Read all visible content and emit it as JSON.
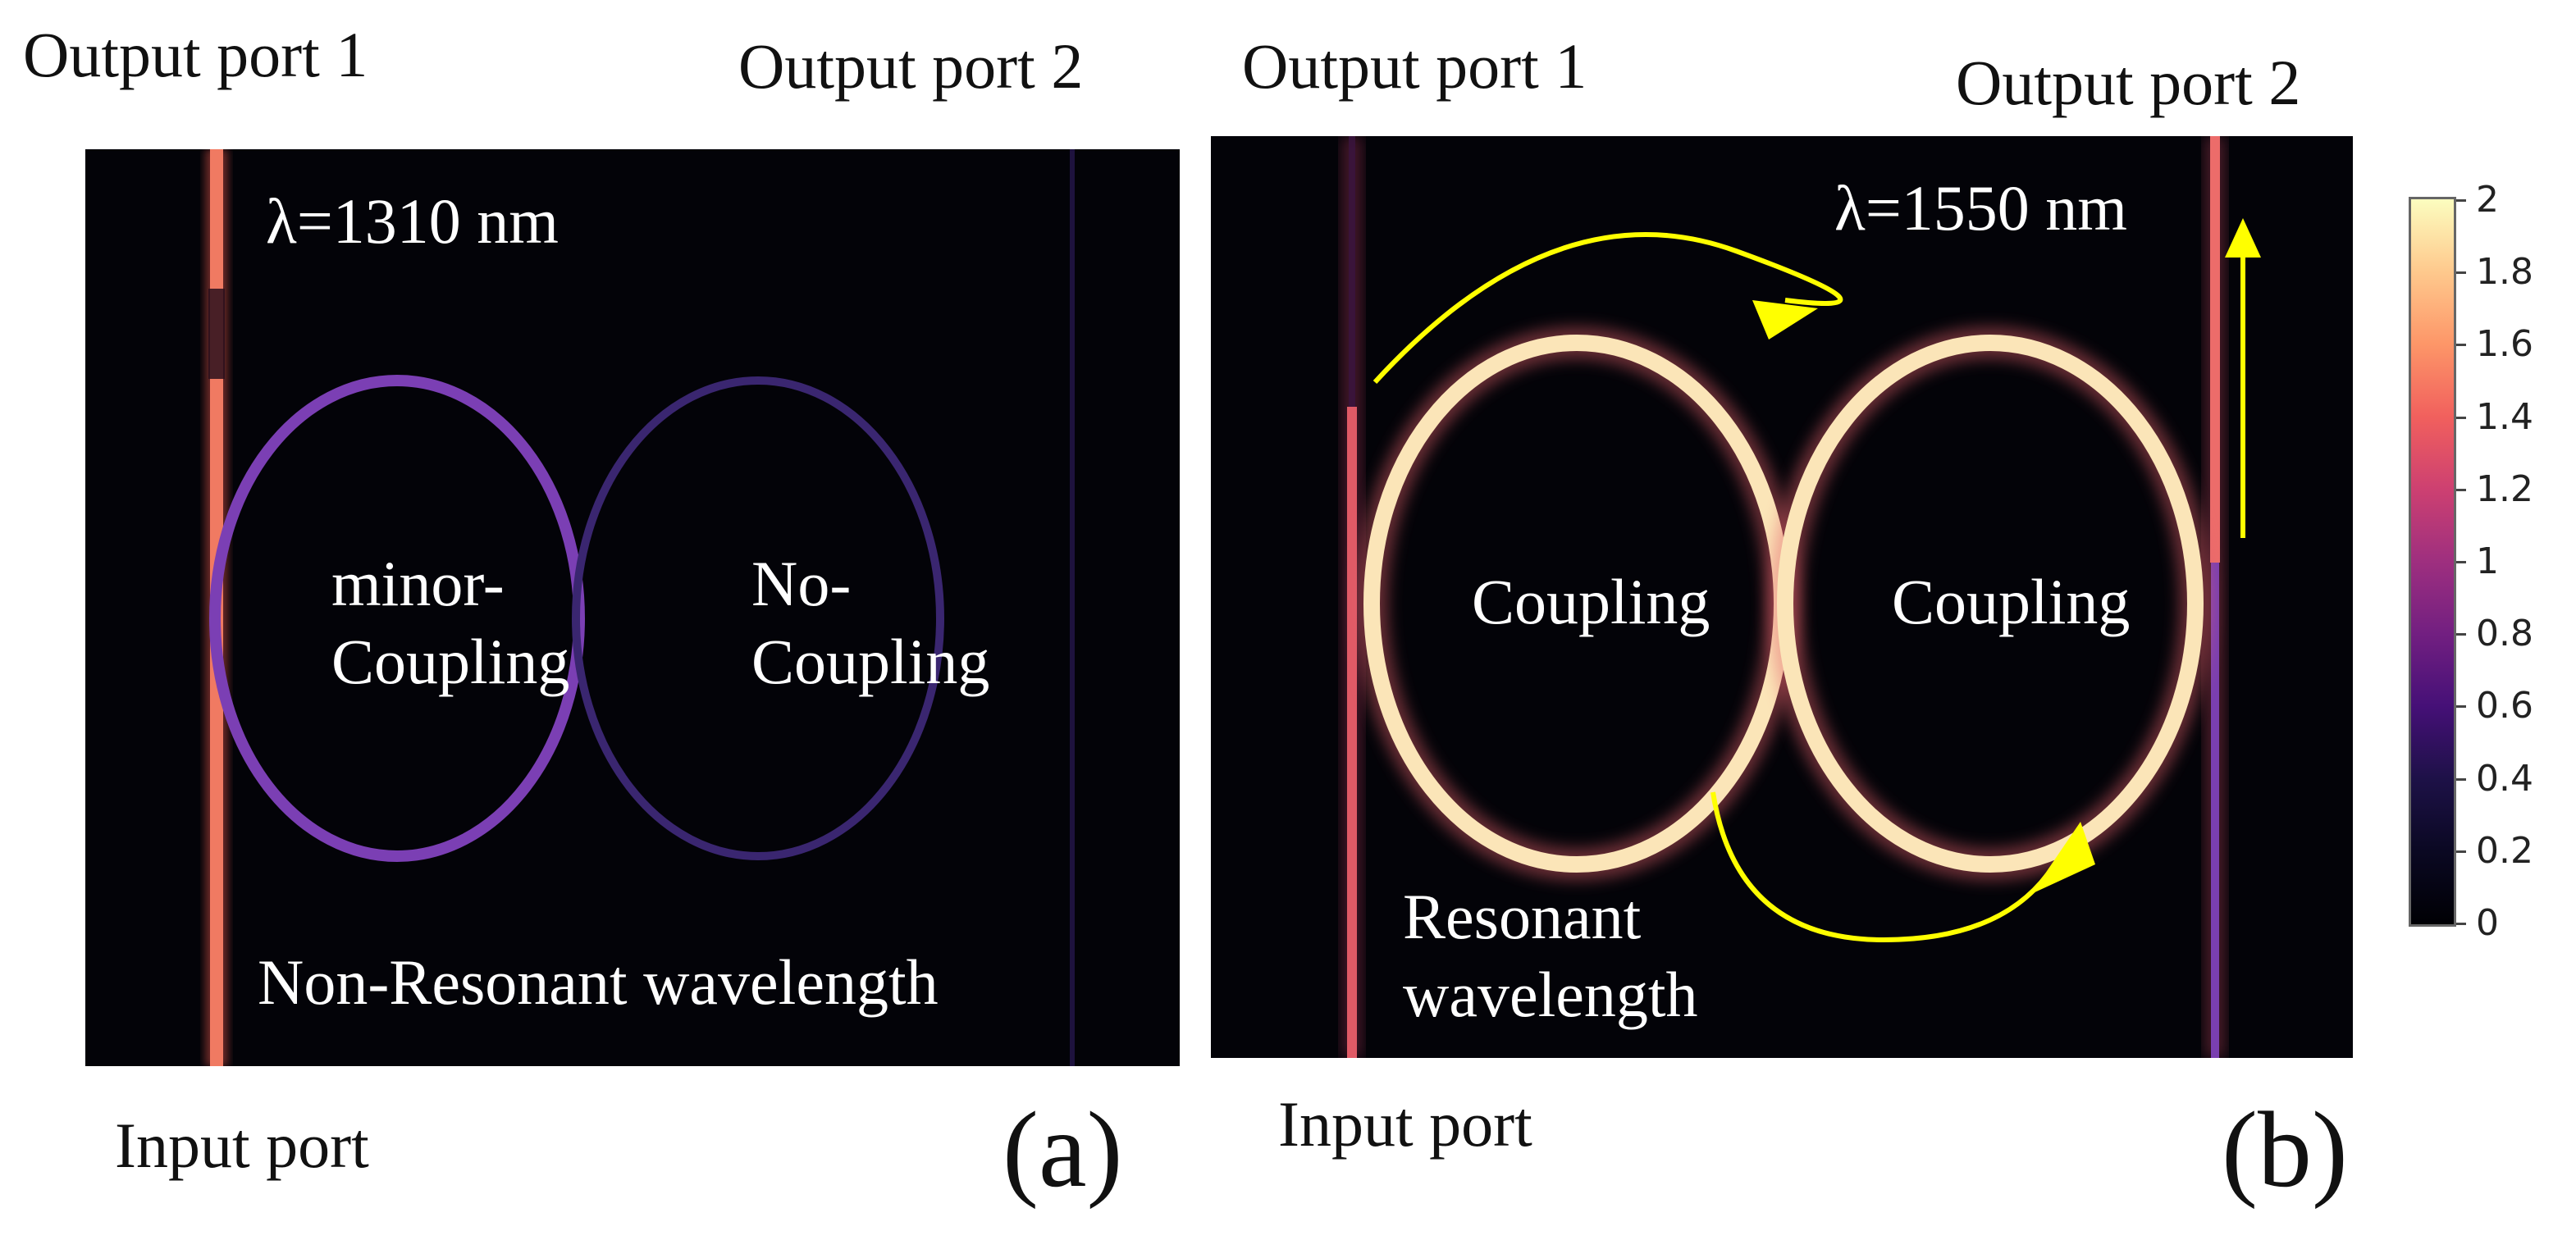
{
  "panel_a": {
    "output1": "Output port 1",
    "output2": "Output port 2",
    "input": "Input port",
    "wavelength": "λ=1310 nm",
    "left_ring_line1": "minor-",
    "left_ring_line2": "Coupling",
    "right_ring_line1": "No-",
    "right_ring_line2": "Coupling",
    "caption": "Non-Resonant wavelength",
    "letter": "(a)"
  },
  "panel_b": {
    "output1": "Output port 1",
    "output2": "Output port 2",
    "input": "Input port",
    "wavelength": "λ=1550 nm",
    "left_ring": "Coupling",
    "right_ring": "Coupling",
    "caption_line1": "Resonant",
    "caption_line2": "wavelength",
    "letter": "(b)"
  },
  "colorbar": {
    "ticks": [
      "2",
      "1.8",
      "1.6",
      "1.4",
      "1.2",
      "1",
      "0.8",
      "0.6",
      "0.4",
      "0.2",
      "0"
    ],
    "colormap": "magma"
  },
  "colors": {
    "arrow": "#ffff00",
    "background": "#030308",
    "strong_field": "#fbe5b8",
    "weak_field": "#7a3fb0"
  }
}
